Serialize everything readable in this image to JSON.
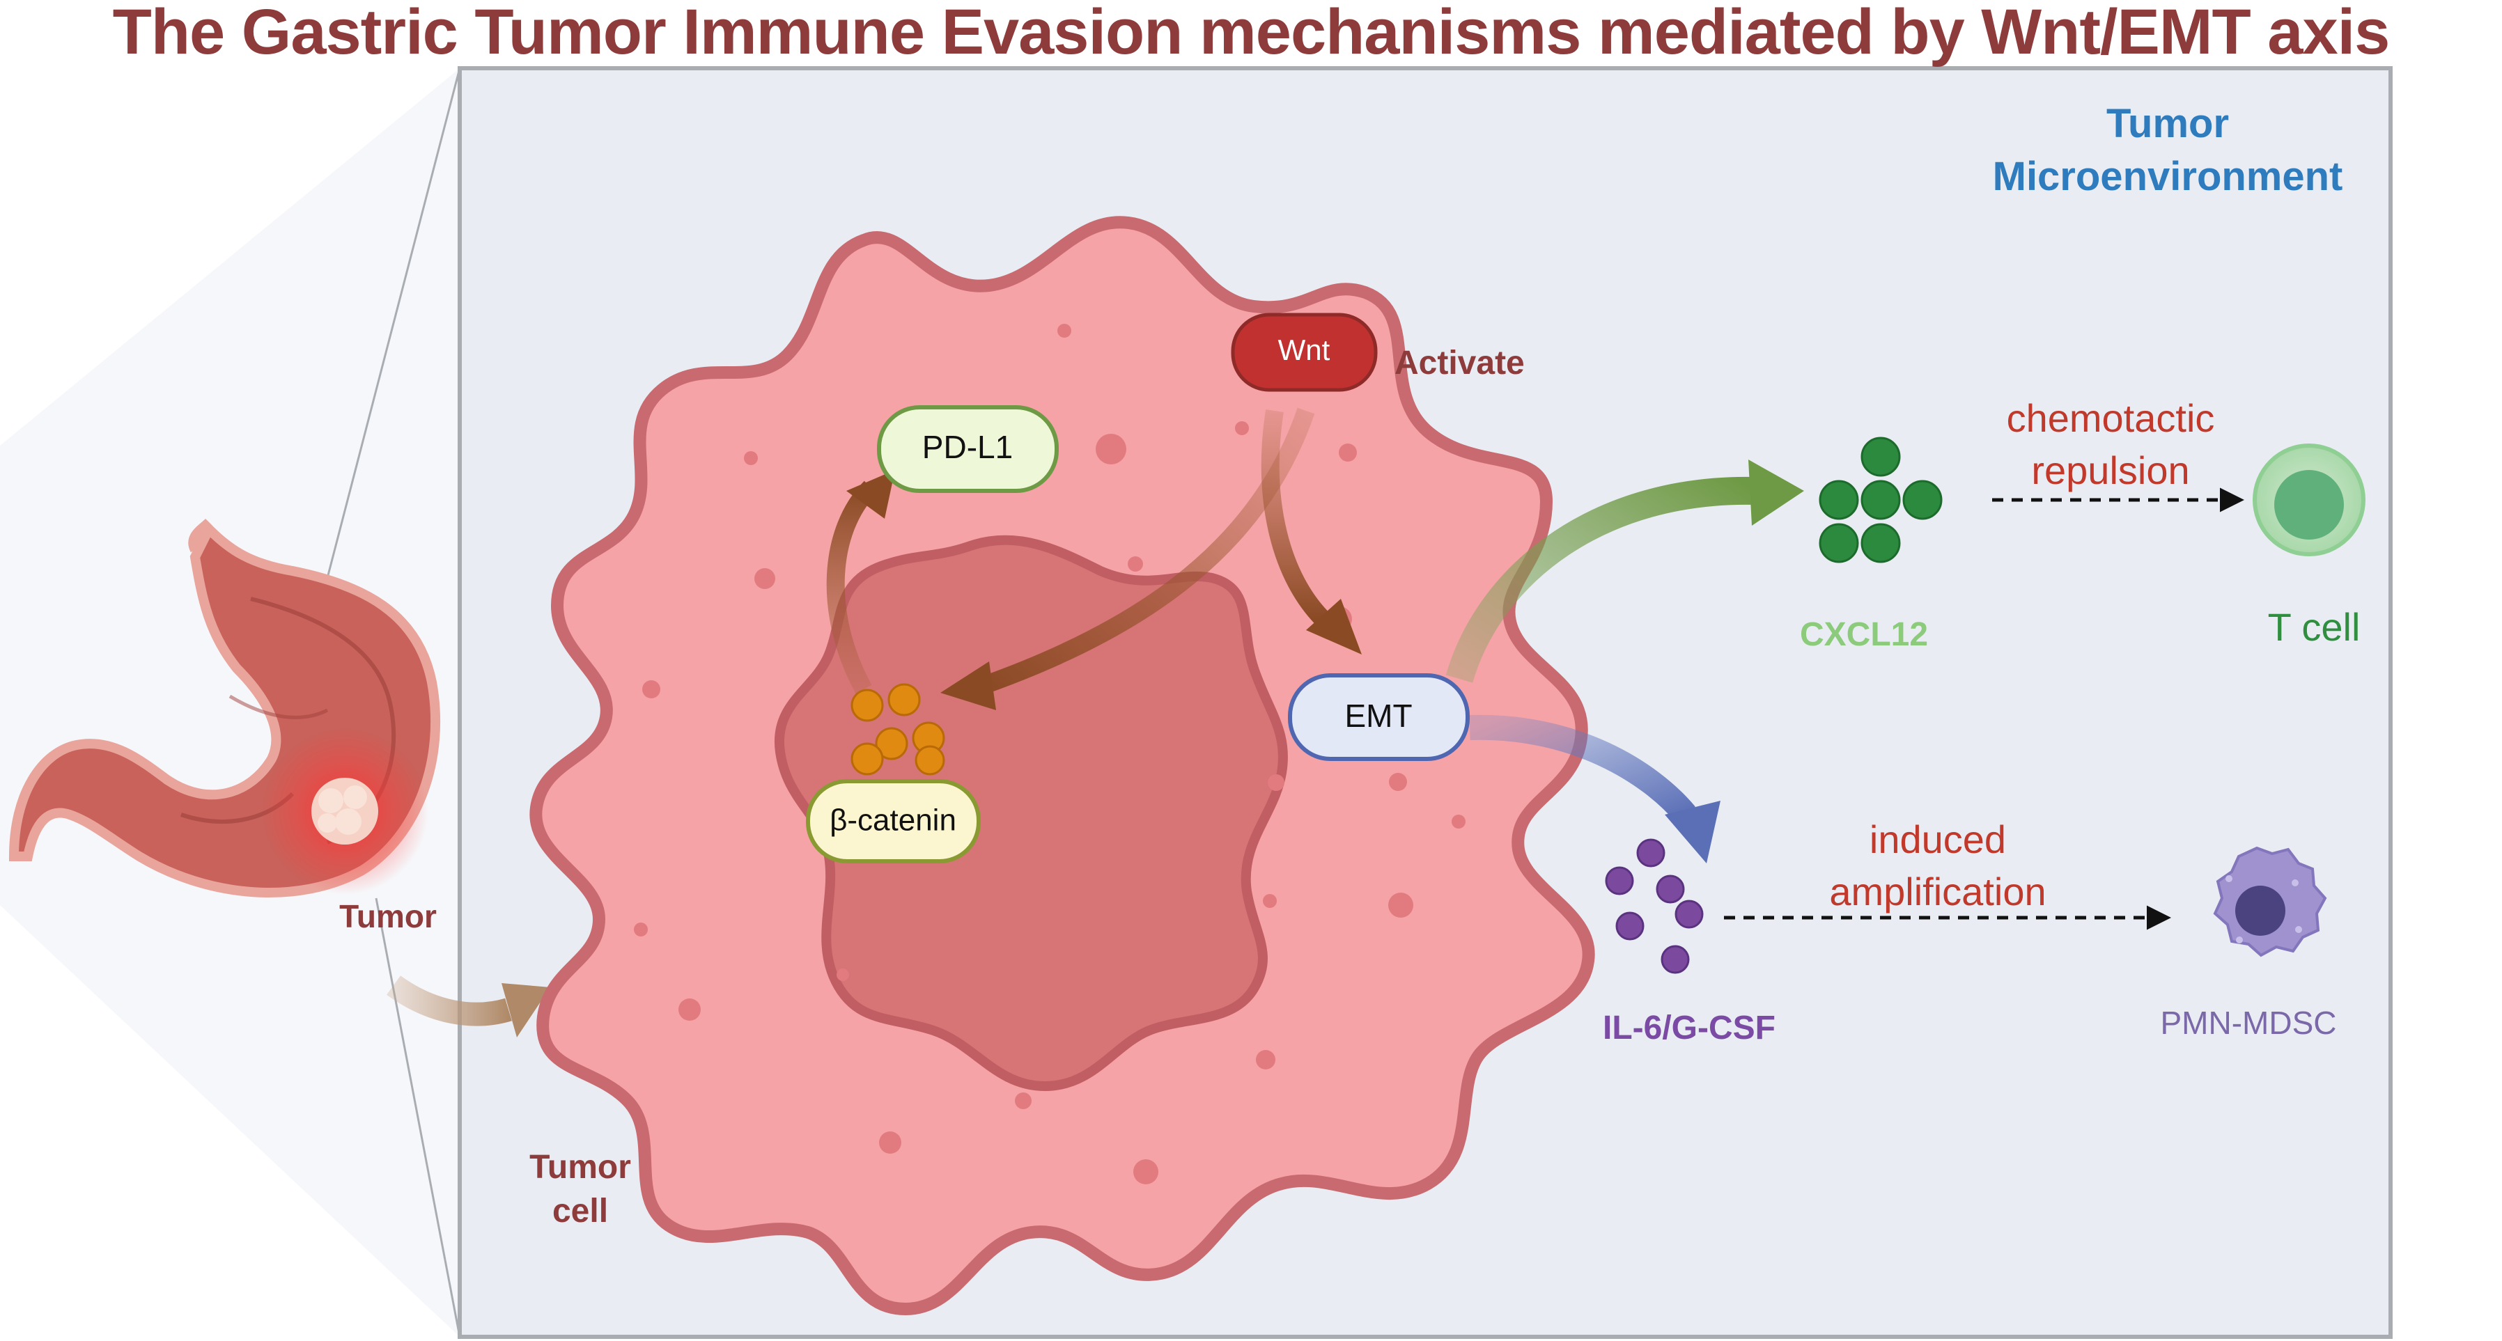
{
  "title": "The Gastric Tumor Immune Evasion mechanisms mediated by Wnt/EMT axis",
  "labels": {
    "tme_line1": "Tumor",
    "tme_line2": "Microenvironment",
    "tumor": "Tumor",
    "tumor_cell_line1": "Tumor",
    "tumor_cell_line2": "cell",
    "wnt": "Wnt",
    "activate": "Activate",
    "pdl1": "PD-L1",
    "emt": "EMT",
    "beta_catenin": "β-catenin",
    "cxcl12": "CXCL12",
    "chemotactic_line1": "chemotactic",
    "chemotactic_line2": "repulsion",
    "t_cell": "T cell",
    "il6": "IL-6/G-CSF",
    "induced_line1": "induced",
    "induced_line2": "amplification",
    "pmn_mdsc": "PMN-MDSC"
  },
  "colors": {
    "title": "#8e3b3b",
    "tme_text": "#2e7bbd",
    "panel_fill": "#e9edf3",
    "panel_border": "#a9adb2",
    "cell_fill": "#f5a3a6",
    "cell_border": "#c86a6f",
    "nucleus_fill": "#d77476",
    "wnt_fill": "#c0312f",
    "pdl1_fill": "#eef8d8",
    "emt_fill": "#e3e8f7",
    "beta_fill": "#fbf6cf",
    "beta_balls": "#e08a12",
    "cxcl12_balls": "#2b8a3e",
    "cxcl12_text": "#8ccb7b",
    "t_cell_text": "#2f8f3f",
    "il6_balls": "#7b4a9e",
    "il6_text": "#7b4aa5",
    "mdsc_fill": "#9f92cf",
    "red_text": "#c0392b",
    "dark_red_text": "#8e3b3b"
  }
}
